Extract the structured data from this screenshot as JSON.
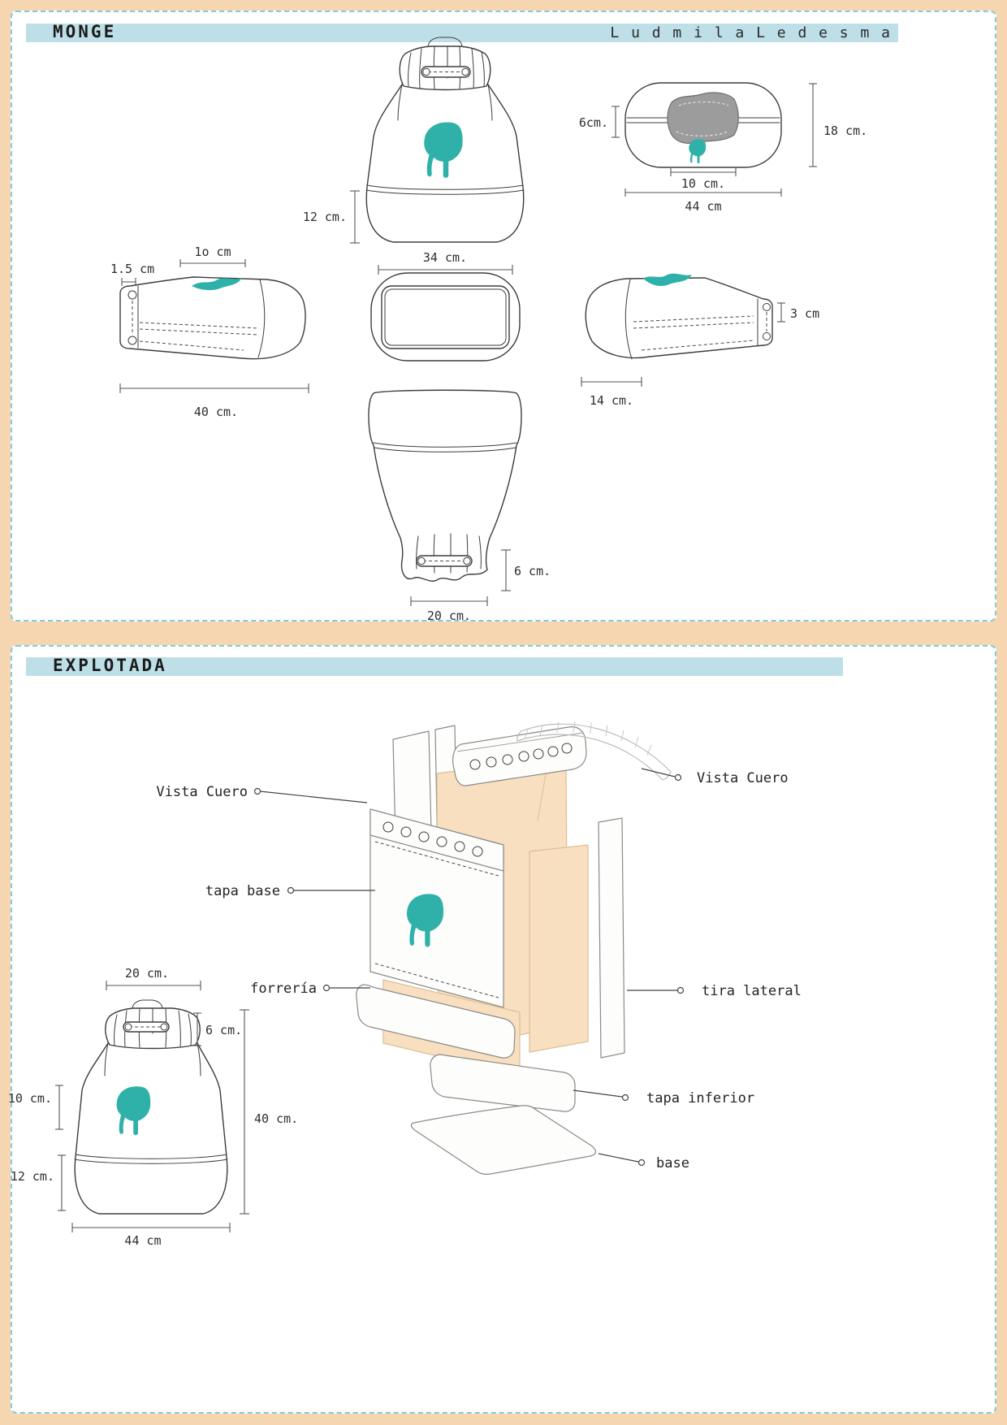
{
  "header": {
    "title": "MONGE",
    "author": "L u d m i l a L e d e s m a"
  },
  "sections": {
    "exploded_title": "EXPLOTADA"
  },
  "colors": {
    "teal_logo": "#2fb1a9",
    "header_blue": "#bedfe7",
    "page_peach": "#f6d6b0",
    "panel_tan": "#f8dfc0",
    "opening_gray": "#9c9c9c"
  },
  "icons": {
    "logo": "elephant-logo"
  },
  "views": {
    "front": {
      "dim_bottom_height": "12 cm.",
      "dim_width": "34 cm."
    },
    "top": {
      "dim_flap": "6cm.",
      "dim_opening": "10 cm.",
      "dim_width": "44 cm",
      "dim_depth": "18 cm."
    },
    "side_left": {
      "dim_strap": "1.5 cm",
      "dim_logo": "1o cm",
      "dim_length": "40 cm."
    },
    "side_right": {
      "dim_edge": "3 cm",
      "dim_end": "14 cm."
    },
    "back": {
      "dim_cinch": "6 cm.",
      "dim_opening": "20 cm."
    }
  },
  "exploded_labels": {
    "vista_cuero_left": "Vista Cuero",
    "vista_cuero_right": "Vista Cuero",
    "tapa_base": "tapa base",
    "forreria": "forrería",
    "tira_lateral": "tira lateral",
    "tapa_inferior": "tapa inferior",
    "base": "base"
  },
  "small_bag": {
    "dim_opening": "20 cm.",
    "dim_cinch": "6 cm.",
    "dim_logo": "10 cm.",
    "dim_height": "40 cm.",
    "dim_bottom": "12 cm.",
    "dim_width": "44 cm"
  }
}
